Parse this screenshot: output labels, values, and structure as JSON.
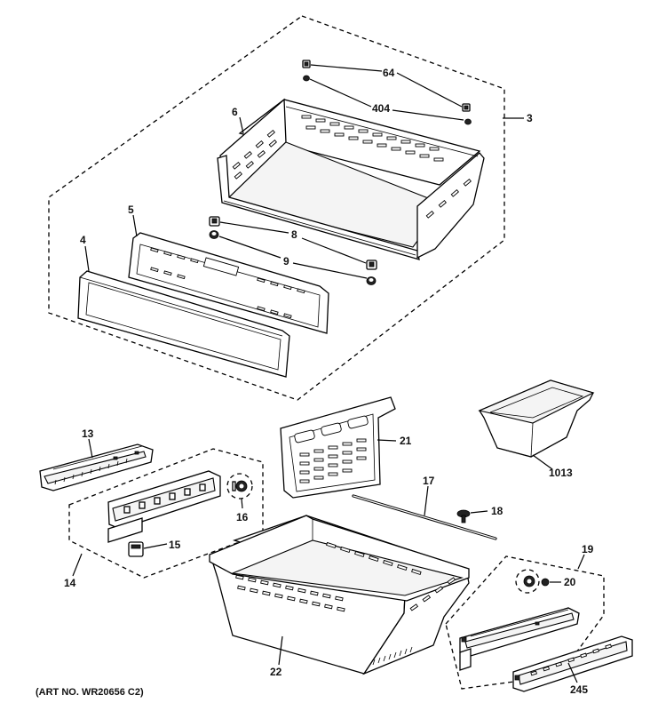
{
  "labels": {
    "p64": "64",
    "p404": "404",
    "p6": "6",
    "p3": "3",
    "p5": "5",
    "p4": "4",
    "p8": "8",
    "p9": "9",
    "p13": "13",
    "p21": "21",
    "p1013": "1013",
    "p17": "17",
    "p18": "18",
    "p16": "16",
    "p15": "15",
    "p14": "14",
    "p19": "19",
    "p20": "20",
    "p22": "22",
    "p245": "245"
  },
  "art_number": "(ART NO. WR20656 C2)"
}
